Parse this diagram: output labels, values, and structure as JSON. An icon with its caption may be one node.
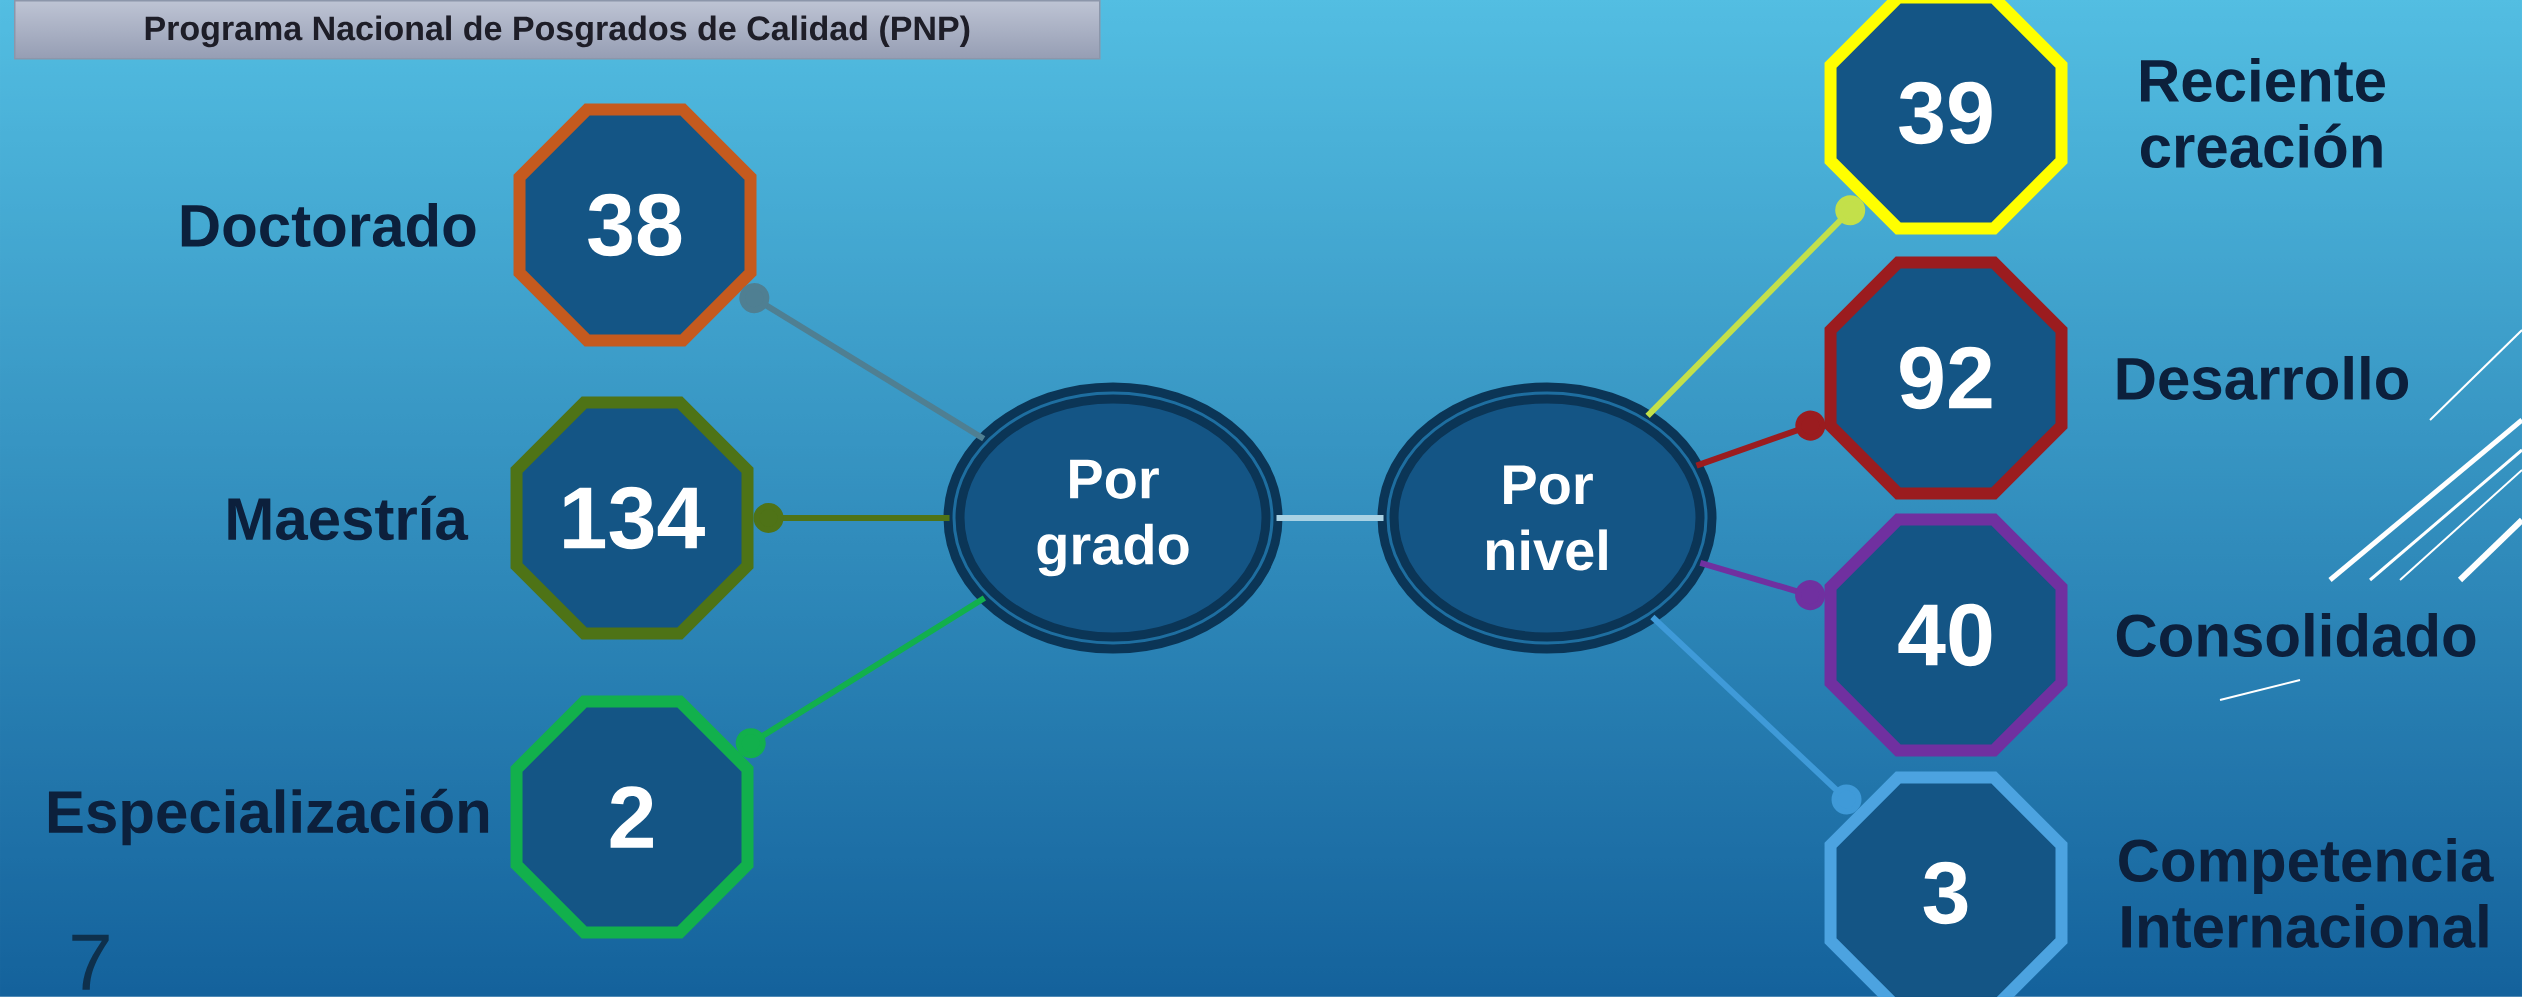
{
  "diagram": {
    "title": "Programa Nacional de Posgrados de Calidad (PNP)",
    "nodes": [
      {
        "text": [
          "38"
        ],
        "beside": [
          "Doctorado"
        ]
      },
      {
        "text": [
          "134"
        ],
        "beside": [
          "Maestría"
        ]
      },
      {
        "text": [
          "2"
        ],
        "beside": [
          "Especialización"
        ]
      },
      {
        "text": [
          "Por grado"
        ]
      },
      {
        "text": [
          "Por nivel"
        ]
      },
      {
        "text": [
          "39"
        ],
        "beside": [
          "Reciente creación"
        ]
      },
      {
        "text": [
          "92"
        ],
        "beside": [
          "Desarrollo"
        ]
      },
      {
        "text": [
          "40"
        ],
        "beside": [
          "Consolidado"
        ]
      },
      {
        "text": [
          "3"
        ],
        "beside": [
          "Competencia Internacional"
        ]
      }
    ],
    "edges": [
      {
        "from": 3,
        "to": 0,
        "arrow": "other",
        "color": "#4f7f92"
      },
      {
        "from": 3,
        "to": 1,
        "arrow": "other",
        "color": "#4f7317"
      },
      {
        "from": 3,
        "to": 2,
        "arrow": "other",
        "color": "#12b04c"
      },
      {
        "from": 3,
        "to": 4,
        "arrow": "none",
        "color": "#a9d2e4"
      },
      {
        "from": 4,
        "to": 5,
        "arrow": "other",
        "color": "#c3e04a"
      },
      {
        "from": 4,
        "to": 6,
        "arrow": "other",
        "color": "#9b1c1f"
      },
      {
        "from": 4,
        "to": 7,
        "arrow": "other",
        "color": "#7030a0"
      },
      {
        "from": 4,
        "to": 8,
        "arrow": "other",
        "color": "#3f9ad8"
      }
    ],
    "labels": [
      "7"
    ]
  }
}
